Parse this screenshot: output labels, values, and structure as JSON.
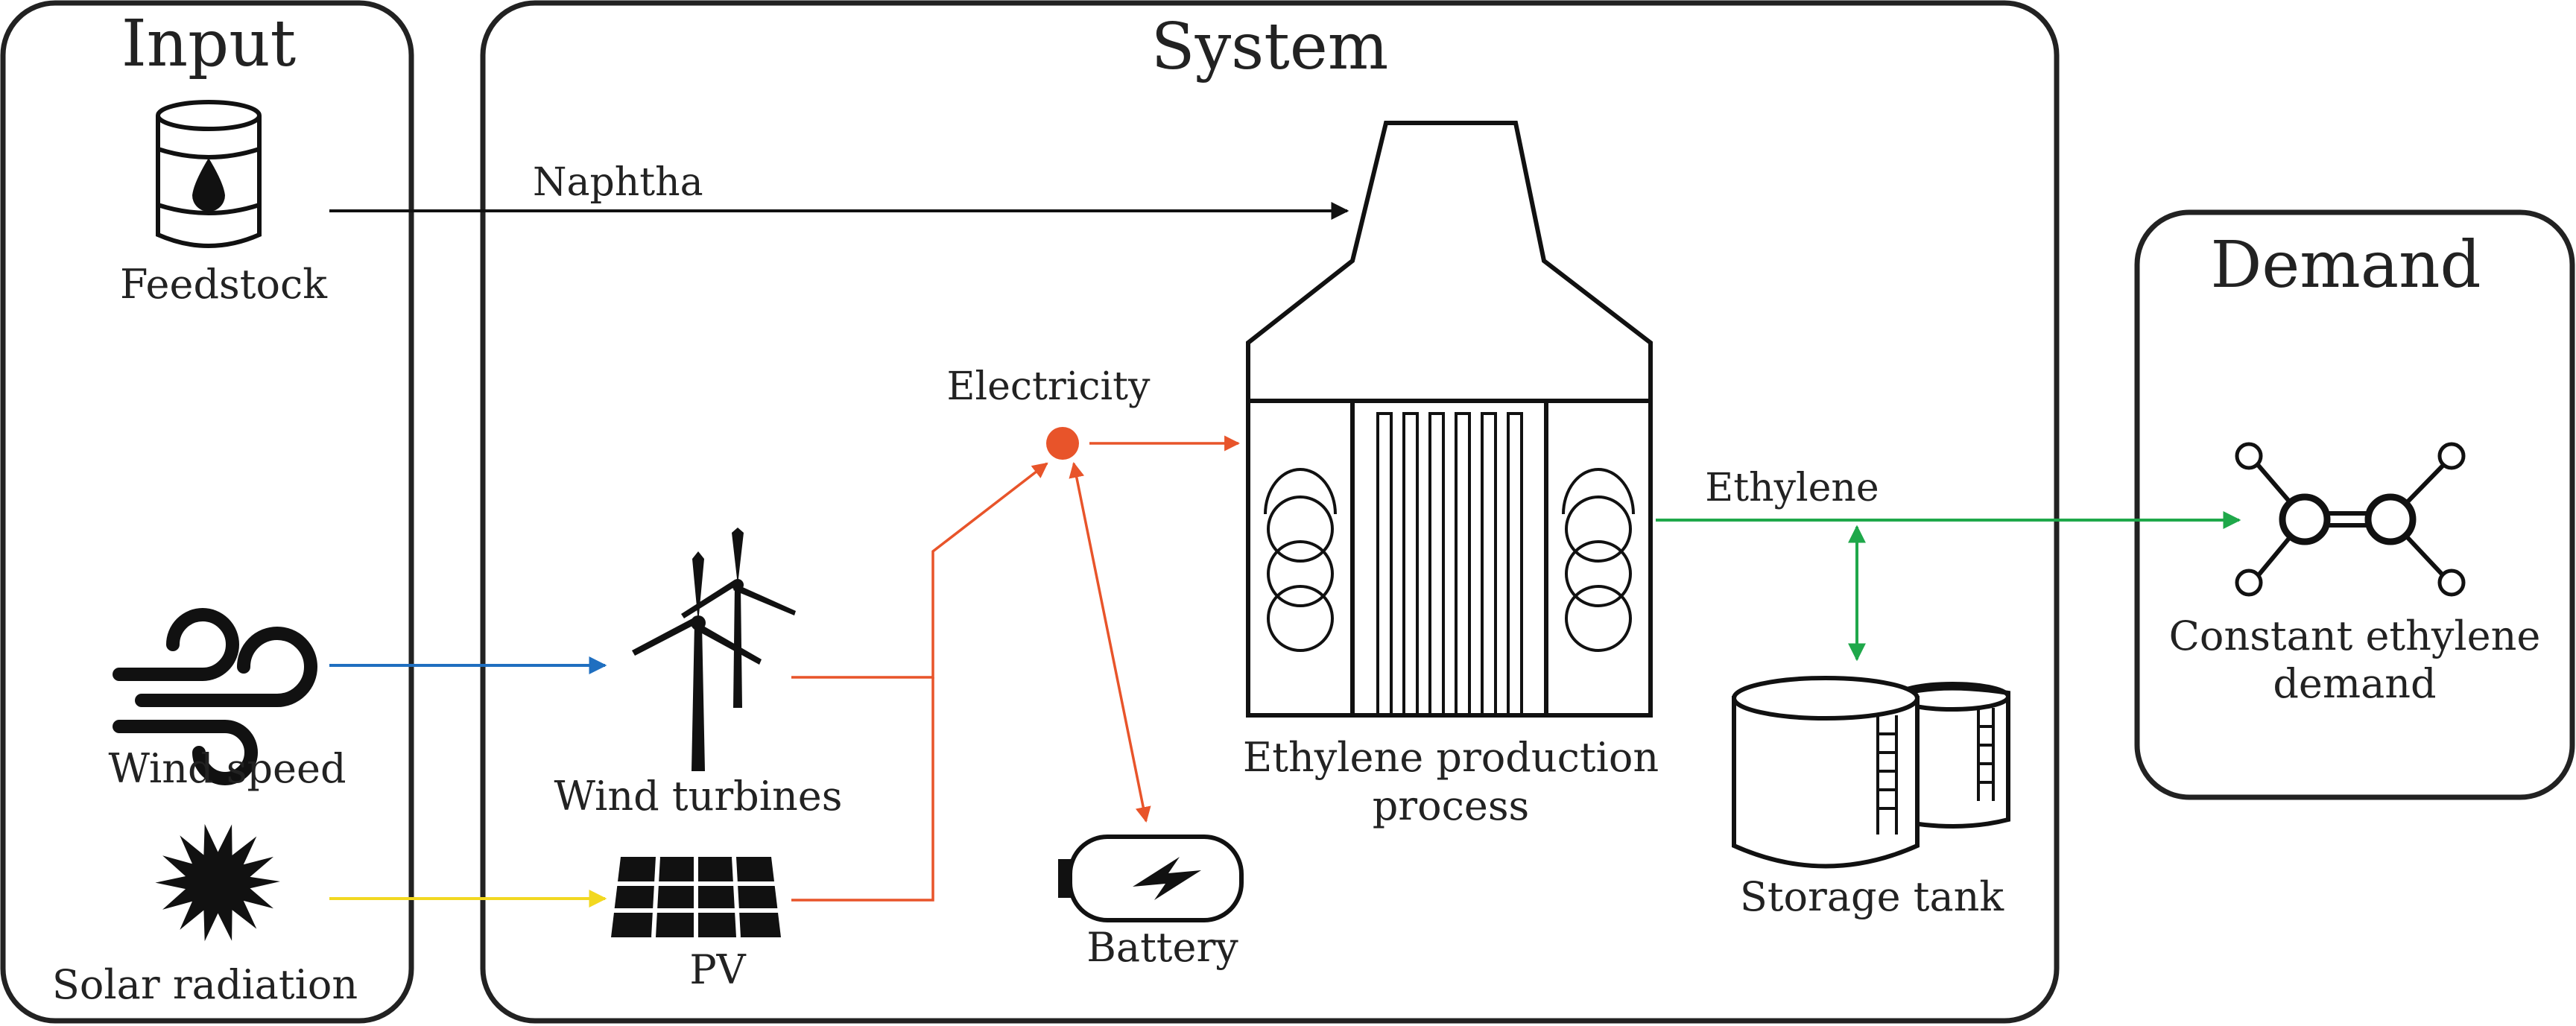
{
  "panels": {
    "input": "Input",
    "system": "System",
    "demand": "Demand"
  },
  "labels": {
    "feedstock": "Feedstock",
    "wind_speed": "Wind speed",
    "solar_radiation": "Solar radiation",
    "naphtha": "Naphtha",
    "electricity": "Electricity",
    "wind_turbines": "Wind turbines",
    "pv": "PV",
    "battery": "Battery",
    "process_line1": "Ethylene production",
    "process_line2": "process",
    "ethylene": "Ethylene",
    "storage_tank": "Storage tank",
    "demand_line1": "Constant ethylene",
    "demand_line2": "demand"
  },
  "icons": {
    "feedstock": "oil-barrel-icon",
    "wind_speed": "wind-icon",
    "solar_radiation": "sun-icon",
    "wind_turbines": "wind-turbine-icon",
    "pv": "solar-panel-icon",
    "battery": "battery-icon",
    "process": "cracker-furnace-icon",
    "storage_tank": "storage-tank-icon",
    "demand": "ethylene-molecule-icon",
    "electricity": "electricity-node-icon"
  },
  "colors": {
    "naphtha_flow": "#111111",
    "wind_flow": "#1f6fc0",
    "solar_flow": "#f2d820",
    "electricity_flow": "#e8542a",
    "ethylene_flow": "#1fa84a"
  }
}
